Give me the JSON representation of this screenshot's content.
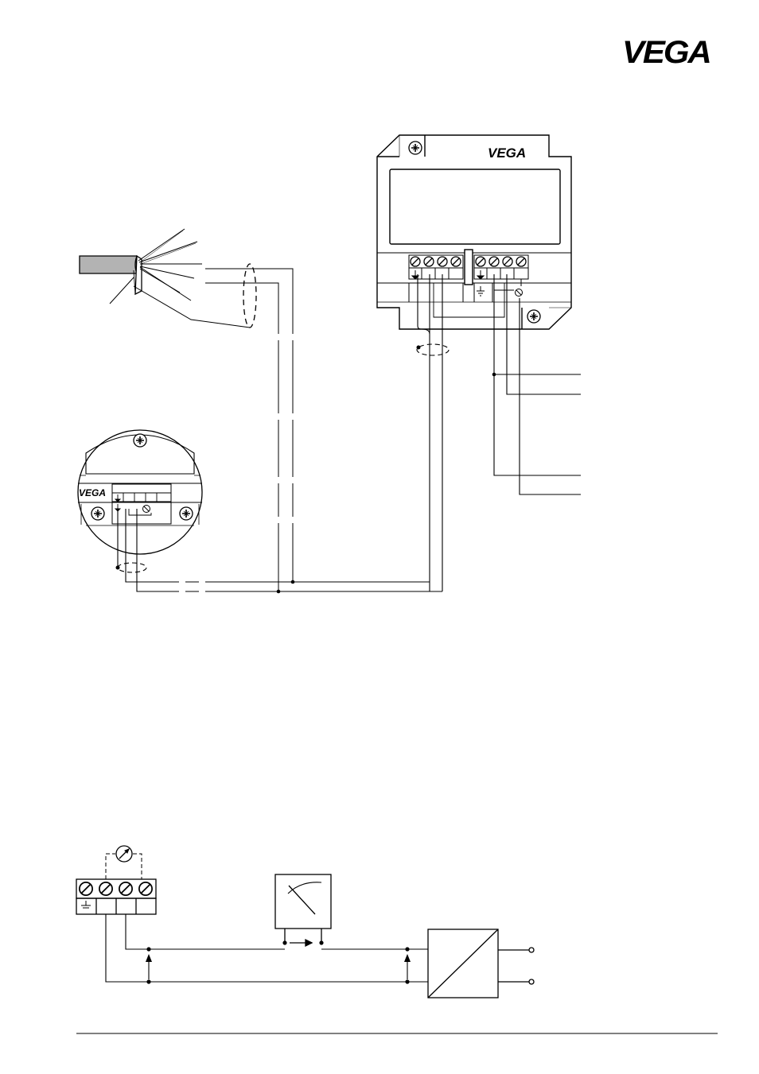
{
  "header": {
    "brand_logo": "VEGA"
  },
  "housing_diagram": {
    "brand_label": "VEGA"
  },
  "sensor_diagram": {
    "brand_label": "VEGA"
  },
  "colors": {
    "ink": "#000000",
    "cable_fill": "#b3b3b3",
    "paper": "#ffffff"
  }
}
